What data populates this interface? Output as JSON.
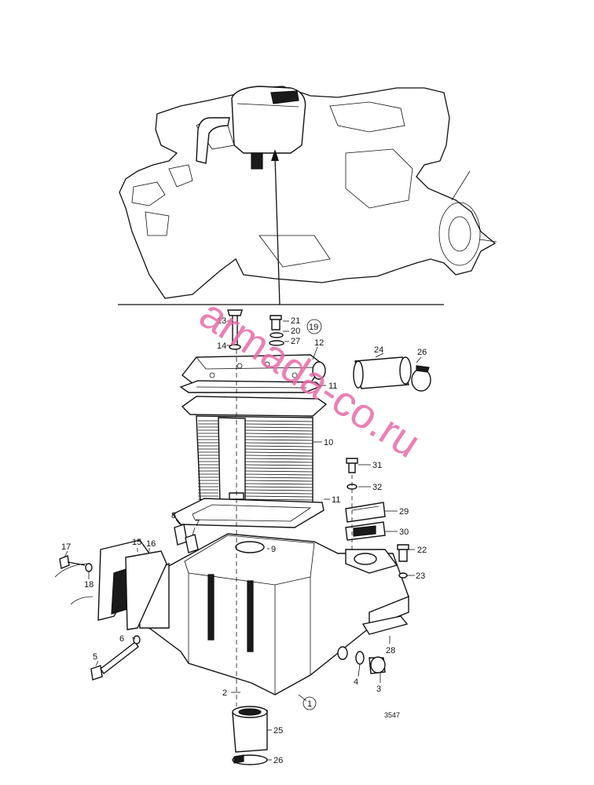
{
  "watermark": "armada-co.ru",
  "figure_number": "3547",
  "callouts": {
    "c1": "1",
    "c2": "2",
    "c3": "3",
    "c4": "4",
    "c5": "5",
    "c6": "6",
    "c7": "7",
    "c8": "8",
    "c9": "9",
    "c10": "10",
    "c11a": "11",
    "c11b": "11",
    "c12": "12",
    "c13": "13",
    "c14": "14",
    "c15": "15",
    "c16": "16",
    "c17": "17",
    "c18": "18",
    "c19": "19",
    "c20": "20",
    "c21": "21",
    "c22": "22",
    "c23": "23",
    "c24": "24",
    "c25": "25",
    "c26a": "26",
    "c26b": "26",
    "c27": "27",
    "c28": "28",
    "c29": "29",
    "c30": "30",
    "c31": "31",
    "c32": "32"
  },
  "colors": {
    "ink": "#111111",
    "watermark": "#e86aa8",
    "paper": "#ffffff"
  }
}
